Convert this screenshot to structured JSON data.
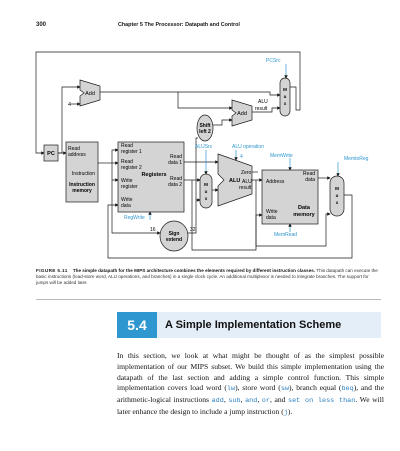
{
  "header": {
    "page_number": "300",
    "chapter": "Chapter 5   The Processor: Datapath and Control"
  },
  "figure": {
    "mux_letters": [
      "M",
      "u",
      "x"
    ],
    "labels": {
      "add": "Add",
      "four": "4",
      "pc": "PC",
      "read_address": [
        "Read",
        "address"
      ],
      "instruction": "Instruction",
      "instruction_memory": [
        "Instruction",
        "memory"
      ],
      "read_register_1": [
        "Read",
        "register 1"
      ],
      "read_register_2": [
        "Read",
        "register 2"
      ],
      "write_register": [
        "Write",
        "register"
      ],
      "write_data": [
        "Write",
        "data"
      ],
      "read_data_1": [
        "Read",
        "data 1"
      ],
      "read_data_2": [
        "Read",
        "data 2"
      ],
      "registers": "Registers",
      "reg_write": "RegWrite",
      "sign_extend": [
        "Sign",
        "extend"
      ],
      "bits_16": "16",
      "bits_32": "32",
      "shift_left_2": [
        "Shift",
        "left 2"
      ],
      "alu_src": "ALUSrc",
      "alu_operation": "ALU operation",
      "pc_src": "PCSrc",
      "alu": "ALU",
      "zero": "Zero",
      "alu_result": [
        "ALU",
        "result"
      ],
      "add_alu_result": [
        "ALU",
        "result"
      ],
      "mem_write": "MemWrite",
      "mem_to_reg": "MemtoReg",
      "mem_read": "MemRead",
      "address": "Address",
      "dm_read_data": [
        "Read",
        "data"
      ],
      "dm_write_data": [
        "Write",
        "data"
      ],
      "data_memory": [
        "Data",
        "memory"
      ],
      "alu_op_bits": "4"
    },
    "colors": {
      "control": "#2f97cf",
      "line": "#1a1a1a",
      "shade": "#d4d4d4"
    }
  },
  "caption": {
    "label": "FIGURE 5.11",
    "bold_text": "The simple datapath for the MIPS architecture combines the elements required by different instruction classes.",
    "text": "This datapath can execute the basic instructions (load-store word, ALU operations, and branches) in a single clock cycle. An additional multiplexor is needed to integrate branches. The support for jumps will be added later."
  },
  "section": {
    "number": "5.4",
    "title": "A Simple Implementation Scheme"
  },
  "body": {
    "p1": "In this section, we look at what might be thought of as the simplest possible implementation of our MIPS subset. We build this simple implementation using the datapath of the last section and adding a simple control function. This simple implementation covers load word (",
    "lw": "lw",
    "p2": "), store word (",
    "sw": "sw",
    "p3": "), branch equal (",
    "beq": "beq",
    "p4": "), and the arithmetic-logical instructions ",
    "add": "add",
    "c1": ", ",
    "sub": "sub",
    "c2": ", ",
    "and": "and",
    "c3": ", ",
    "or": "or",
    "c4": ", and ",
    "slt": "set on less than",
    "p5": ". We will later enhance the design to include a jump instruction (",
    "j": "j",
    "p6": ")."
  }
}
